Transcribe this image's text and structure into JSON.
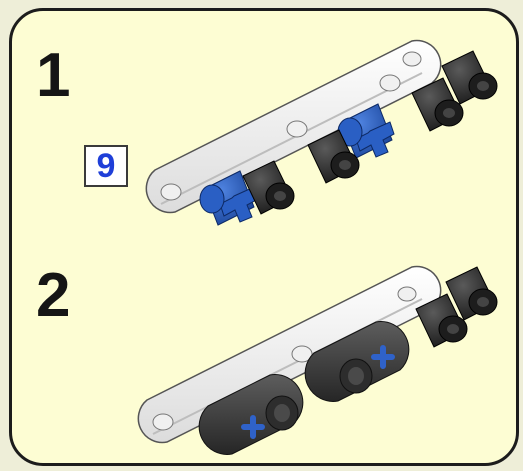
{
  "steps": [
    {
      "number": "1",
      "quantity": "9"
    },
    {
      "number": "2"
    }
  ],
  "colors": {
    "background": "#fdfdd3",
    "border": "#1c1c1c",
    "beam": "#f6f6f6",
    "black_pin": "#1a1a1a",
    "blue_pin": "#1e4fae",
    "gray_connector": "#3a3a3a",
    "quantity_text": "#1f3fd8"
  },
  "icons": {
    "beam": "white-liftarm-beam-icon",
    "black_pin": "black-friction-pin-icon",
    "blue_axle_pin": "blue-axle-pin-icon",
    "connector": "dark-gray-pin-connector-icon"
  }
}
